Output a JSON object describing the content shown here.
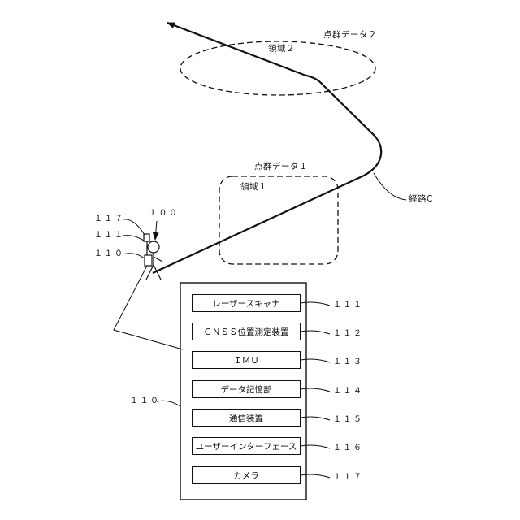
{
  "regions": [
    {
      "point_cloud_label": "点群データ２",
      "region_label": "領域２"
    },
    {
      "point_cloud_label": "点群データ１",
      "region_label": "領域１"
    }
  ],
  "route_label": "経路C",
  "device": {
    "user_ref": "１００",
    "camera_ref": "１１７",
    "scanner_ref": "１１１",
    "device_ref": "１１０",
    "block_ref": "１１０"
  },
  "components": [
    {
      "label": "レーザースキャナ",
      "ref": "１１１"
    },
    {
      "label": "ＧＮＳＳ位置測定装置",
      "ref": "１１２"
    },
    {
      "label": "ＩＭＵ",
      "ref": "１１３"
    },
    {
      "label": "データ記憶部",
      "ref": "１１４"
    },
    {
      "label": "通信装置",
      "ref": "１１５"
    },
    {
      "label": "ユーザーインターフェース",
      "ref": "１１６"
    },
    {
      "label": "カメラ",
      "ref": "１１７"
    }
  ]
}
